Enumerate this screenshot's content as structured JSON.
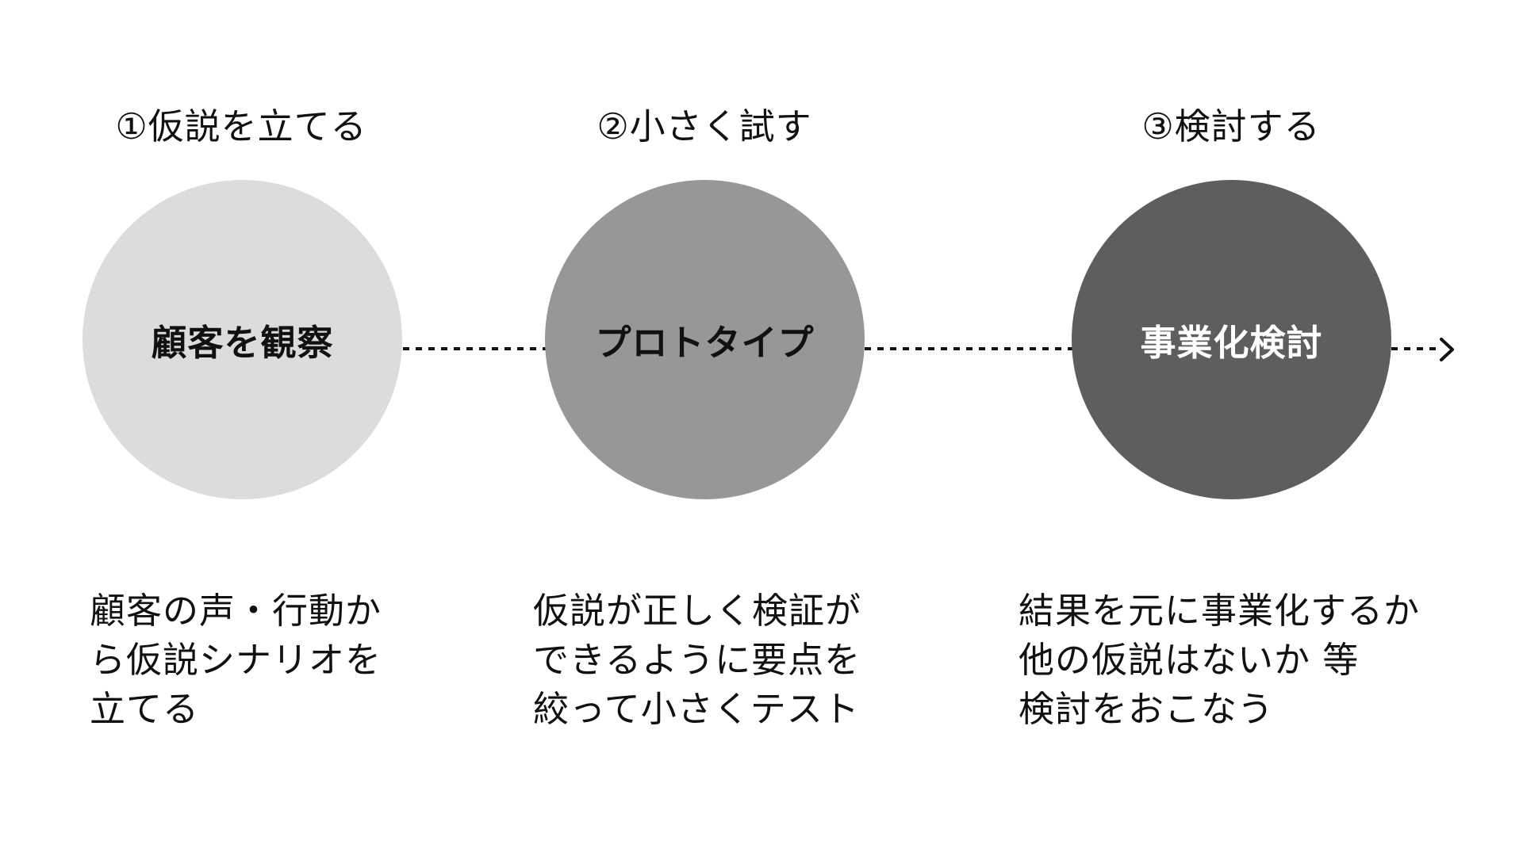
{
  "steps": [
    {
      "title": "①仮説を立てる",
      "circle_label": "顧客を観察",
      "description": "顧客の声・行動か\nら仮説シナリオを\n立てる",
      "circle_color": "#dcdcdc",
      "label_color": "#111111"
    },
    {
      "title": "②小さく試す",
      "circle_label": "プロトタイプ",
      "description": "仮説が正しく検証が\nできるように要点を\n絞って小さくテスト",
      "circle_color": "#979797",
      "label_color": "#111111"
    },
    {
      "title": "③検討する",
      "circle_label": "事業化検討",
      "description": "結果を元に事業化するか\n他の仮説はないか 等\n検討をおこなう",
      "circle_color": "#5e5e5e",
      "label_color": "#ffffff"
    }
  ],
  "connector": {
    "style": "dotted",
    "color": "#111111",
    "end": "arrow"
  }
}
